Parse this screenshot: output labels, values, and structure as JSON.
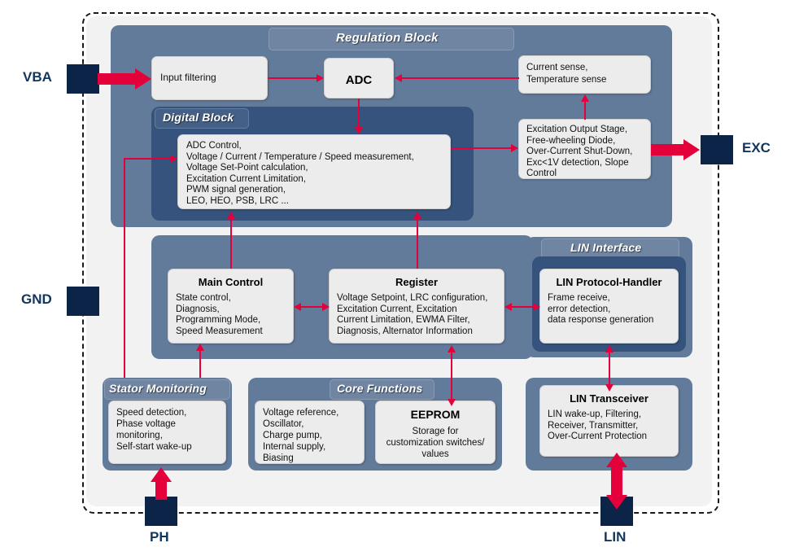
{
  "diagram": {
    "title": "Alternator Voltage Regulator Block Diagram",
    "colors": {
      "panel_mid": "#637b9b",
      "panel_dark": "#35537c",
      "box_fill": "#ececec",
      "connector": "#e4003a",
      "pin": "#0b2447",
      "chip_bg": "#f2f2f2"
    }
  },
  "pins": [
    {
      "name": "VBA",
      "label": "VBA",
      "side": "left"
    },
    {
      "name": "GND",
      "label": "GND",
      "side": "left"
    },
    {
      "name": "EXC",
      "label": "EXC",
      "side": "right"
    },
    {
      "name": "PH",
      "label": "PH",
      "side": "bottom"
    },
    {
      "name": "LIN",
      "label": "LIN",
      "side": "bottom"
    }
  ],
  "panels": {
    "regulation_block": {
      "title": "Regulation Block"
    },
    "digital_block": {
      "title": "Digital Block"
    },
    "lin_interface": {
      "title": "LIN Interface"
    },
    "stator_monitoring": {
      "title": "Stator Monitoring"
    },
    "core_functions": {
      "title": "Core Functions"
    }
  },
  "boxes": {
    "input_filtering": {
      "title": "",
      "body": "Input filtering"
    },
    "adc": {
      "title": "ADC",
      "body": ""
    },
    "current_temperature_sense": {
      "title": "",
      "body": "Current sense,\nTemperature sense"
    },
    "excitation_output_stage": {
      "title": "",
      "body": "Excitation Output Stage,\nFree-wheeling Diode,\nOver-Current Shut-Down,\nExc<1V detection, Slope\nControl"
    },
    "digital_functions": {
      "title": "",
      "body": "ADC Control,\nVoltage / Current / Temperature / Speed measurement,\nVoltage Set-Point calculation,\nExcitation Current Limitation,\nPWM signal generation,\nLEO, HEO, PSB, LRC ..."
    },
    "main_control": {
      "title": "Main Control",
      "body": "State control,\nDiagnosis,\nProgramming Mode,\nSpeed Measurement"
    },
    "register": {
      "title": "Register",
      "body": "Voltage Setpoint, LRC configuration,\nExcitation Current, Excitation\nCurrent Limitation, EWMA Filter,\nDiagnosis, Alternator Information"
    },
    "lin_protocol_handler": {
      "title": "LIN Protocol-Handler",
      "body": "Frame receive,\nerror detection,\ndata response generation"
    },
    "lin_transceiver": {
      "title": "LIN Transceiver",
      "body": "LIN wake-up, Filtering,\nReceiver, Transmitter,\nOver-Current Protection"
    },
    "stator_functions": {
      "title": "",
      "body": "Speed detection,\nPhase voltage\nmonitoring,\nSelf-start wake-up"
    },
    "core_supply": {
      "title": "",
      "body": "Voltage reference,\nOscillator,\nCharge pump,\nInternal supply,\nBiasing"
    },
    "eeprom": {
      "title": "EEPROM",
      "body": "Storage for\ncustomization switches/\nvalues"
    }
  }
}
